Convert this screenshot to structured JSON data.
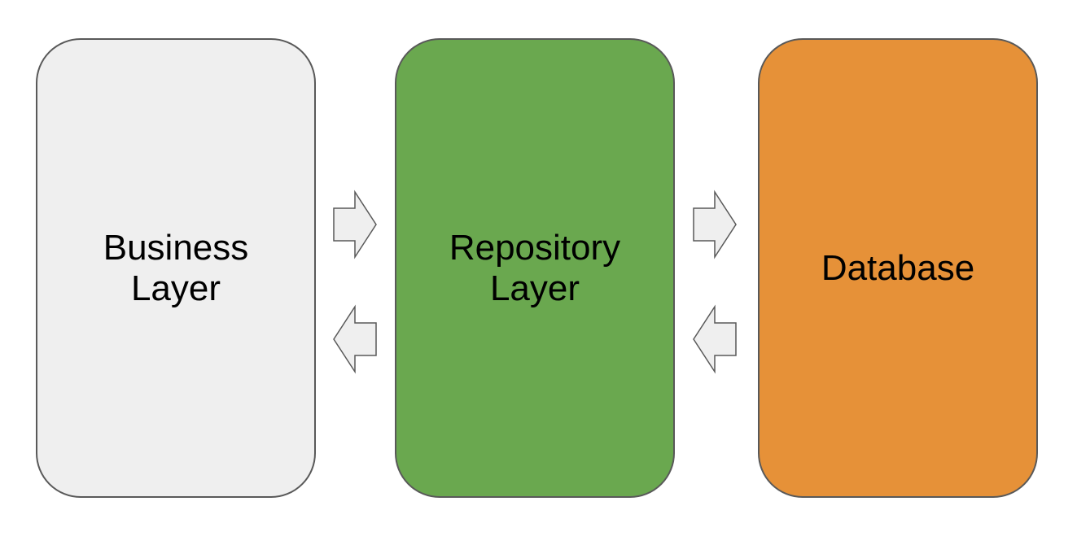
{
  "diagram": {
    "boxes": [
      {
        "id": "business",
        "label": "Business\nLayer",
        "fill": "#efefef"
      },
      {
        "id": "repository",
        "label": "Repository\nLayer",
        "fill": "#6aa84f"
      },
      {
        "id": "database",
        "label": "Database",
        "fill": "#e69138"
      }
    ],
    "arrows": [
      {
        "from": "business",
        "to": "repository",
        "direction": "right"
      },
      {
        "from": "repository",
        "to": "business",
        "direction": "left"
      },
      {
        "from": "repository",
        "to": "database",
        "direction": "right"
      },
      {
        "from": "database",
        "to": "repository",
        "direction": "left"
      }
    ],
    "colors": {
      "outline": "#595959",
      "arrow_fill": "#efefef",
      "text": "#000000"
    }
  }
}
